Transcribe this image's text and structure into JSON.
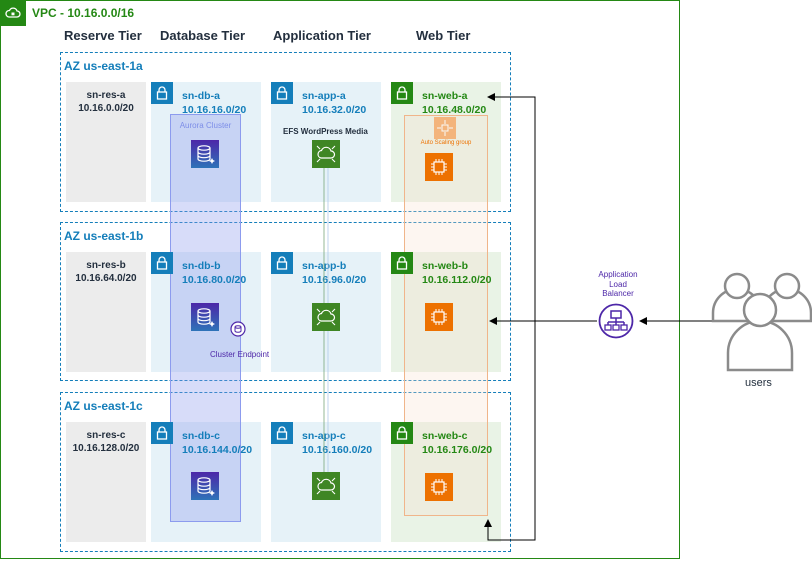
{
  "vpc": {
    "title": "VPC - 10.16.0.0/16"
  },
  "tiers": {
    "reserve": "Reserve Tier",
    "database": "Database Tier",
    "application": "Application Tier",
    "web": "Web Tier"
  },
  "azs": [
    {
      "label": "AZ us-east-1a",
      "reserve": {
        "name": "sn-res-a",
        "cidr": "10.16.0.0/20"
      },
      "db": {
        "name": "sn-db-a",
        "cidr": "10.16.16.0/20"
      },
      "app": {
        "name": "sn-app-a",
        "cidr": "10.16.32.0/20"
      },
      "web": {
        "name": "sn-web-a",
        "cidr": "10.16.48.0/20"
      }
    },
    {
      "label": "AZ us-east-1b",
      "reserve": {
        "name": "sn-res-b",
        "cidr": "10.16.64.0/20"
      },
      "db": {
        "name": "sn-db-b",
        "cidr": "10.16.80.0/20"
      },
      "app": {
        "name": "sn-app-b",
        "cidr": "10.16.96.0/20"
      },
      "web": {
        "name": "sn-web-b",
        "cidr": "10.16.112.0/20"
      }
    },
    {
      "label": "AZ us-east-1c",
      "reserve": {
        "name": "sn-res-c",
        "cidr": "10.16.128.0/20"
      },
      "db": {
        "name": "sn-db-c",
        "cidr": "10.16.144.0/20"
      },
      "app": {
        "name": "sn-app-c",
        "cidr": "10.16.160.0/20"
      },
      "web": {
        "name": "sn-web-c",
        "cidr": "10.16.176.0/20"
      }
    }
  ],
  "aurora": {
    "label": "Aurora Cluster",
    "endpoint_label": "Cluster Endpoint"
  },
  "efs": {
    "label": "EFS WordPress Media"
  },
  "asg": {
    "label": "Auto Scaling group"
  },
  "alb": {
    "line1": "Application",
    "line2": "Load",
    "line3": "Balancer"
  },
  "users": {
    "label": "users"
  },
  "icons": [
    "vpc-cloud-icon",
    "private-subnet-lock-icon",
    "public-subnet-lock-icon",
    "aurora-rds-icon",
    "efs-icon",
    "ec2-instance-icon",
    "auto-scaling-icon",
    "alb-icon",
    "users-icon",
    "cluster-endpoint-icon"
  ],
  "colors": {
    "vpc": "#248814",
    "private": "#147eba",
    "public": "#248814",
    "aurora": "#8c9bee",
    "asg": "#ed7100",
    "alb": "#4d27a8"
  }
}
